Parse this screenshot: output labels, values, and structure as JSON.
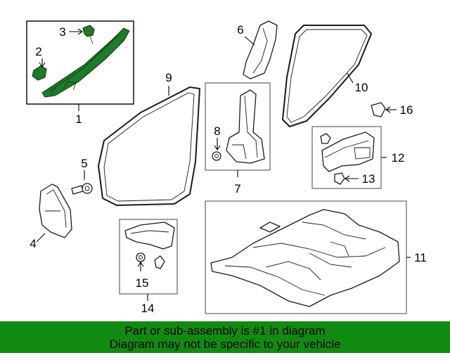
{
  "callouts": {
    "c1": "1",
    "c2": "2",
    "c3": "3",
    "c4": "4",
    "c5": "5",
    "c6": "6",
    "c7": "7",
    "c8": "8",
    "c9": "9",
    "c10": "10",
    "c11": "11",
    "c12": "12",
    "c13": "13",
    "c14": "14",
    "c15": "15",
    "c16": "16"
  },
  "banner": {
    "line1": "Part or sub-assembly is #1 in diagram",
    "line2": "Diagram may not be specific to your vehicle"
  },
  "colors": {
    "highlight": "#1f7a2a",
    "banner": "#118a11"
  }
}
